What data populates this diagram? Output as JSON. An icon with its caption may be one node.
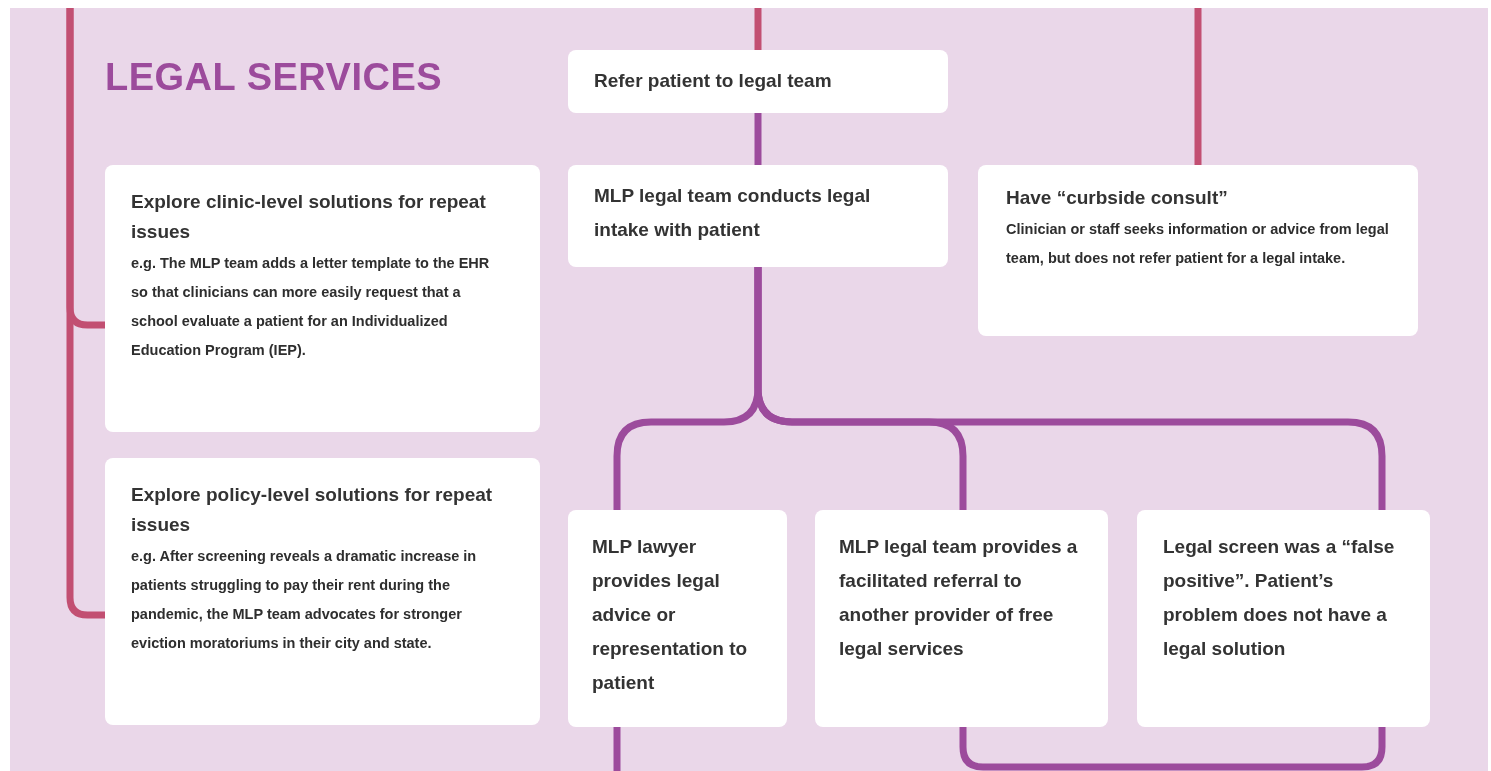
{
  "diagram": {
    "title": "LEGAL SERVICES",
    "nodes": [
      {
        "text": [
          "Explore clinic-level solutions for repeat issues",
          "e.g. The MLP team adds a letter template to the EHR so that clinicians can more easily request that a school evaluate a patient for an Individualized Education Program (IEP)."
        ]
      },
      {
        "text": [
          "Explore policy-level solutions for repeat issues",
          "e.g. After screening reveals a dramatic increase in patients struggling to pay their rent during the pandemic, the MLP team advocates for stronger eviction moratoriums in their city and state."
        ]
      },
      {
        "text": [
          "Refer patient to legal team"
        ]
      },
      {
        "text": [
          "MLP legal team conducts legal intake with patient"
        ]
      },
      {
        "text": [
          "Have “curbside consult”",
          "Clinician or staff seeks information or advice from legal team, but does not refer patient for a legal intake."
        ]
      },
      {
        "text": [
          "MLP lawyer provides legal advice or representation to patient"
        ]
      },
      {
        "text": [
          "MLP legal team provides a facilitated referral to another provider of free legal services"
        ]
      },
      {
        "text": [
          "Legal screen was a “false positive”. Patient’s problem does not have a legal solution"
        ]
      }
    ],
    "edges": [
      {
        "from": null,
        "to": 0,
        "arrow": "none",
        "color": "#c24f72"
      },
      {
        "from": null,
        "to": 1,
        "arrow": "none",
        "color": "#c24f72"
      },
      {
        "from": null,
        "to": 2,
        "arrow": "none",
        "color": "#c24f72"
      },
      {
        "from": 2,
        "to": 3,
        "arrow": "none"
      },
      {
        "from": 3,
        "to": 5,
        "arrow": "none"
      },
      {
        "from": 3,
        "to": 6,
        "arrow": "none"
      },
      {
        "from": 3,
        "to": 7,
        "arrow": "none"
      },
      {
        "from": null,
        "to": 4,
        "arrow": "none",
        "color": "#c24f72"
      },
      {
        "from": 5,
        "to": null,
        "arrow": "none"
      },
      {
        "from": 6,
        "to": null,
        "arrow": "none"
      },
      {
        "from": 7,
        "to": null,
        "arrow": "none"
      }
    ]
  }
}
